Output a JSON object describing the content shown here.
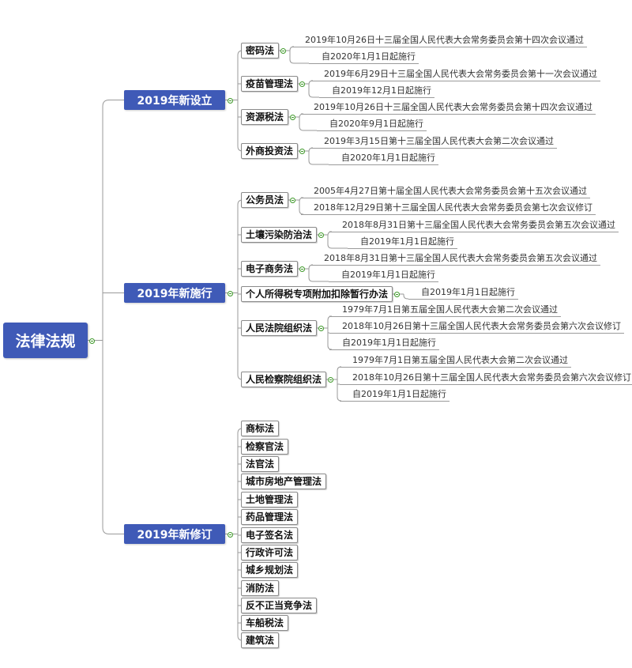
{
  "root": {
    "label": "法律法规"
  },
  "branches": [
    {
      "label": "2019年新设立",
      "laws": [
        {
          "name": "密码法",
          "details": [
            "2019年10月26日十三届全国人民代表大会常务委员会第十四次会议通过",
            "自2020年1月1日起施行"
          ]
        },
        {
          "name": "疫苗管理法",
          "details": [
            "2019年6月29日十三届全国人民代表大会常务委员会第十一次会议通过",
            "自2019年12月1日起施行"
          ]
        },
        {
          "name": "资源税法",
          "details": [
            "2019年10月26日十三届全国人民代表大会常务委员会第十四次会议通过",
            "自2020年9月1日起施行"
          ]
        },
        {
          "name": "外商投资法",
          "details": [
            "2019年3月15日第十三届全国人民代表大会第二次会议通过",
            "自2020年1月1日起施行"
          ]
        }
      ]
    },
    {
      "label": "2019年新施行",
      "laws": [
        {
          "name": "公务员法",
          "details": [
            "2005年4月27日第十届全国人民代表大会常务委员会第十五次会议通过",
            "2018年12月29日第十三届全国人民代表大会常务委员会第七次会议修订"
          ]
        },
        {
          "name": "土壤污染防治法",
          "details": [
            "2018年8月31日第十三届全国人民代表大会常务委员会第五次会议通过",
            "自2019年1月1日起施行"
          ]
        },
        {
          "name": "电子商务法",
          "details": [
            "2018年8月31日第十三届全国人民代表大会常务委员会第五次会议通过",
            "自2019年1月1日起施行"
          ]
        },
        {
          "name": "个人所得税专项附加扣除暂行办法",
          "details": [
            "自2019年1月1日起施行"
          ]
        },
        {
          "name": "人民法院组织法",
          "details": [
            "1979年7月1日第五届全国人民代表大会第二次会议通过",
            "2018年10月26日第十三届全国人民代表大会常务委员会第六次会议修订",
            "自2019年1月1日起施行"
          ]
        },
        {
          "name": "人民检察院组织法",
          "details": [
            "1979年7月1日第五届全国人民代表大会第二次会议通过",
            "2018年10月26日第十三届全国人民代表大会常务委员会第六次会议修订",
            "自2019年1月1日起施行"
          ]
        }
      ]
    },
    {
      "label": "2019年新修订",
      "laws": [
        {
          "name": "商标法",
          "details": []
        },
        {
          "name": "检察官法",
          "details": []
        },
        {
          "name": "法官法",
          "details": []
        },
        {
          "name": "城市房地产管理法",
          "details": []
        },
        {
          "name": "土地管理法",
          "details": []
        },
        {
          "name": "药品管理法",
          "details": []
        },
        {
          "name": "电子签名法",
          "details": []
        },
        {
          "name": "行政许可法",
          "details": []
        },
        {
          "name": "城乡规划法",
          "details": []
        },
        {
          "name": "消防法",
          "details": []
        },
        {
          "name": "反不正当竞争法",
          "details": []
        },
        {
          "name": "车船税法",
          "details": []
        },
        {
          "name": "建筑法",
          "details": []
        }
      ]
    }
  ],
  "colors": {
    "node_fill": "#3f5ab7",
    "line": "#9a9a9a",
    "collapse_marker": "#3f9a2a"
  }
}
